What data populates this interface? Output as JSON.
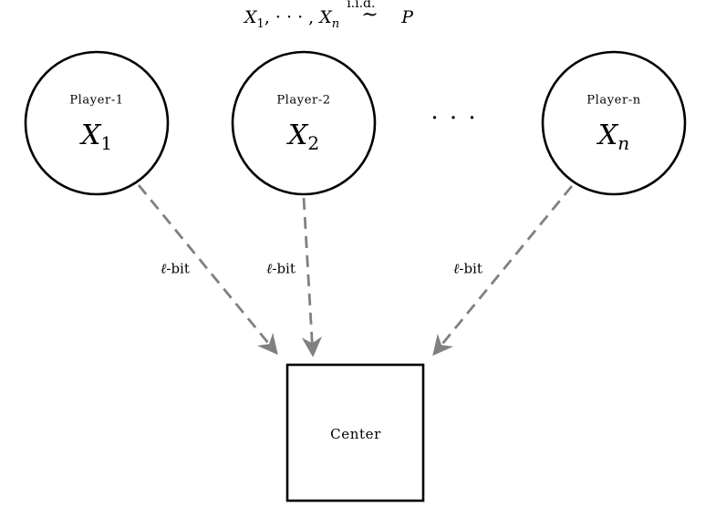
{
  "header": {
    "sample_vars": [
      "X",
      "X"
    ],
    "sample_subs": [
      "1",
      "n"
    ],
    "dots": "· · ·",
    "iid": "i.i.d.",
    "tilde": "~",
    "distribution": "P"
  },
  "players": [
    {
      "name": "Player-1",
      "var": "X",
      "sub": "1"
    },
    {
      "name": "Player-2",
      "var": "X",
      "sub": "2"
    },
    {
      "name": "Player-n",
      "var": "X",
      "sub": "n"
    }
  ],
  "ellipsis": "· · ·",
  "edges": [
    {
      "label_sym": "ℓ",
      "label_rest": "-bit"
    },
    {
      "label_sym": "ℓ",
      "label_rest": "-bit"
    },
    {
      "label_sym": "ℓ",
      "label_rest": "-bit"
    }
  ],
  "center": {
    "label": "Center"
  },
  "colors": {
    "stroke": "#000000",
    "arrow": "#808080"
  }
}
